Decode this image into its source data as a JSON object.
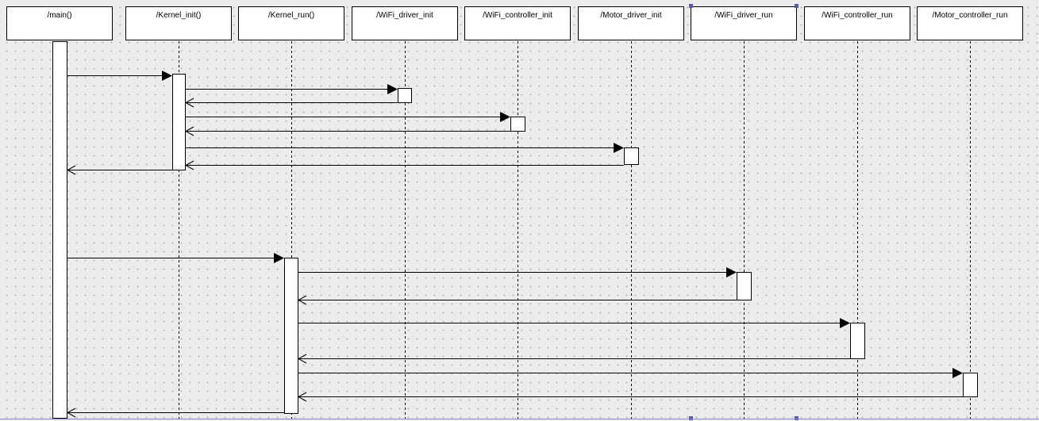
{
  "lifelines": [
    {
      "id": "main",
      "label": "/main()"
    },
    {
      "id": "kernel_init",
      "label": "/Kernel_init()"
    },
    {
      "id": "kernel_run",
      "label": "/Kernel_run()"
    },
    {
      "id": "wifi_driver_init",
      "label": "/WiFi_driver_init"
    },
    {
      "id": "wifi_controller_init",
      "label": "/WiFi_controller_init"
    },
    {
      "id": "motor_driver_init",
      "label": "/Motor_driver_init"
    },
    {
      "id": "wifi_driver_run",
      "label": "/WiFi_driver_run"
    },
    {
      "id": "wifi_controller_run",
      "label": "/WiFi_controller_run"
    },
    {
      "id": "motor_controller_run",
      "label": "/Motor_controller_run"
    }
  ],
  "messages": [
    {
      "from": "main",
      "to": "kernel_init",
      "kind": "call"
    },
    {
      "from": "kernel_init",
      "to": "wifi_driver_init",
      "kind": "call"
    },
    {
      "from": "wifi_driver_init",
      "to": "kernel_init",
      "kind": "return"
    },
    {
      "from": "kernel_init",
      "to": "wifi_controller_init",
      "kind": "call"
    },
    {
      "from": "wifi_controller_init",
      "to": "kernel_init",
      "kind": "return"
    },
    {
      "from": "kernel_init",
      "to": "motor_driver_init",
      "kind": "call"
    },
    {
      "from": "motor_driver_init",
      "to": "kernel_init",
      "kind": "return"
    },
    {
      "from": "kernel_init",
      "to": "main",
      "kind": "return"
    },
    {
      "from": "main",
      "to": "kernel_run",
      "kind": "call"
    },
    {
      "from": "kernel_run",
      "to": "wifi_driver_run",
      "kind": "call"
    },
    {
      "from": "wifi_driver_run",
      "to": "kernel_run",
      "kind": "return"
    },
    {
      "from": "kernel_run",
      "to": "wifi_controller_run",
      "kind": "call"
    },
    {
      "from": "wifi_controller_run",
      "to": "kernel_run",
      "kind": "return"
    },
    {
      "from": "kernel_run",
      "to": "motor_controller_run",
      "kind": "call"
    },
    {
      "from": "motor_controller_run",
      "to": "kernel_run",
      "kind": "return"
    },
    {
      "from": "kernel_run",
      "to": "main",
      "kind": "return"
    }
  ],
  "colors": {
    "background": "#ececec",
    "grid_dot": "#b4b4b4",
    "line": "#000000",
    "box_fill": "#ffffff",
    "selection_handle": "#5a5aa8"
  }
}
